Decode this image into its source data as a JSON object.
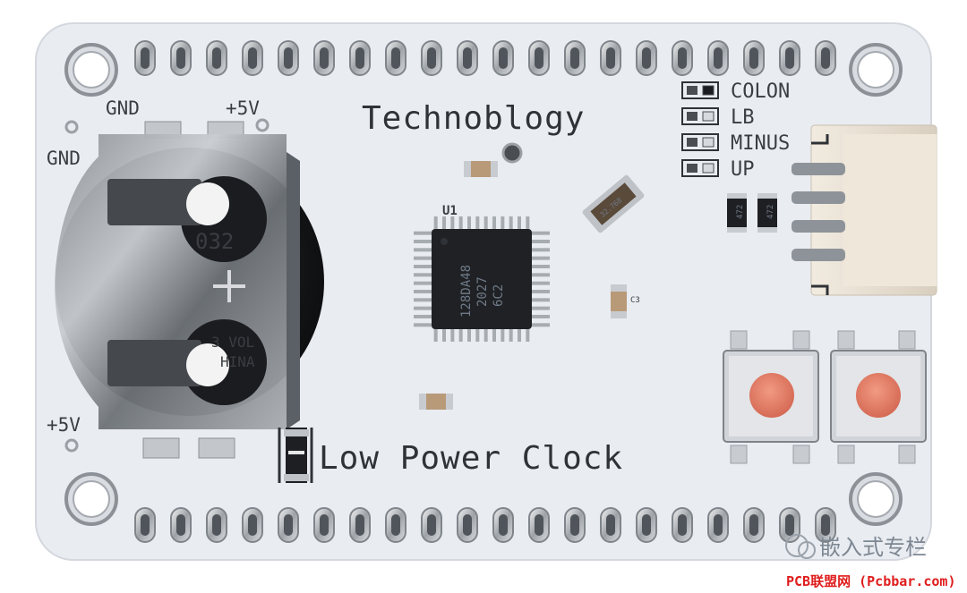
{
  "board": {
    "brand": "Technoblogy",
    "title": "Low Power Clock",
    "u1_label": "U1",
    "chip_lines": [
      "128DA48",
      "2027",
      "6C2"
    ],
    "battery_lines": [
      "032",
      "3 VOL",
      "HINA"
    ],
    "battery_plus": "+",
    "pins": {
      "gnd_top": "GND",
      "plus5v_top": "+5V",
      "gnd_left": "GND",
      "plus5v_bottom": "+5V"
    },
    "jumpers": [
      "COLON",
      "LB",
      "MINUS",
      "UP"
    ],
    "resistors": [
      "472",
      "472"
    ],
    "crystal_text": "32.768",
    "cap_label": "C3",
    "colors": {
      "pcb": "#e9ecf1",
      "silkscreen": "#2f3236",
      "button_cap": "#e07a63"
    }
  },
  "watermark": {
    "channel": "嵌入式专栏",
    "credit": "PCB联盟网 (Pcbbar.com)"
  }
}
